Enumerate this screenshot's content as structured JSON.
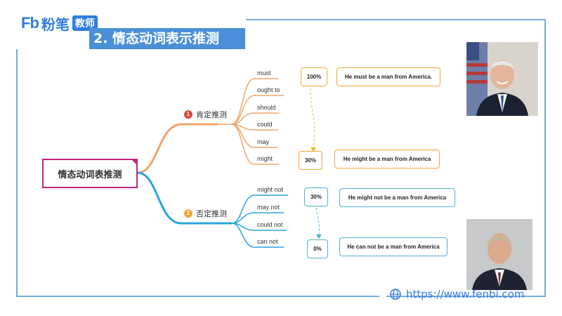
{
  "brand": {
    "logo_text": "Fb",
    "name": "粉笔",
    "role": "教师"
  },
  "title": "2. 情态动词表示推测",
  "mindmap": {
    "root": "情态动词表推测",
    "positive": {
      "number": "1",
      "label": "肯定推测",
      "verbs": [
        "must",
        "ought to",
        "should",
        "could",
        "may",
        "might"
      ],
      "percent_high": "100%",
      "percent_low": "30%",
      "example_high": "He must be a man from America.",
      "example_low": "He might be a man from America"
    },
    "negative": {
      "number": "2",
      "label": "否定推测",
      "verbs": [
        "might not",
        "may not",
        "could not",
        "can not"
      ],
      "percent_high": "30%",
      "percent_low": "0%",
      "example_high": "He might not be a man from America",
      "example_low": "He can not be a man from America"
    }
  },
  "footer": {
    "url": "https://www.fenbi.com"
  },
  "colors": {
    "accent": "#2f7de1",
    "title_bg": "#4a90d9",
    "root_border": "#c2257f",
    "positive": "#f0a53a",
    "negative": "#4fb0d8"
  }
}
